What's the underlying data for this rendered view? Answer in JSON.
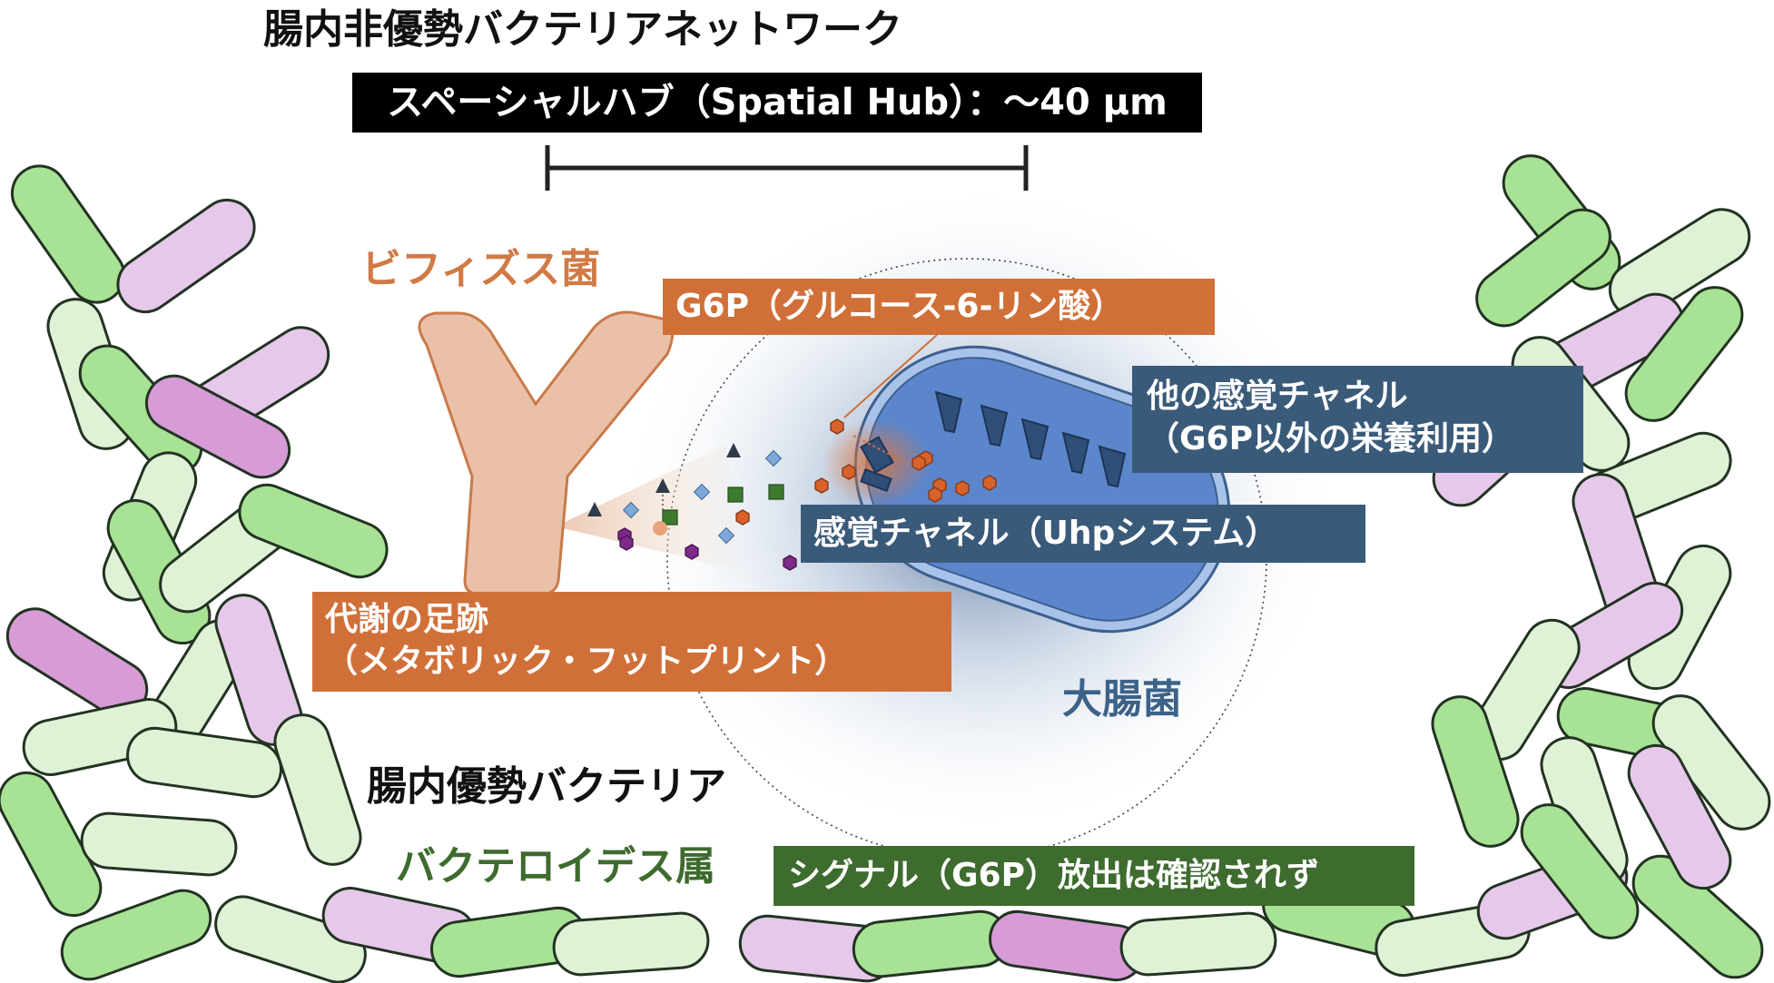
{
  "title": "腸内非優勢バクテリアネットワーク",
  "hub_label": "スペーシャルハブ（Spatial Hub）：～40 μm",
  "bifidobacterium_label": "ビフィズス菌",
  "g6p_label": "G6P（グルコース-6-リン酸）",
  "other_channels": {
    "line1": "他の感覚チャネル",
    "line2": "（G6P以外の栄養利用）"
  },
  "uhp_label": "感覚チャネル（Uhpシステム）",
  "footprint": {
    "line1": "代謝の足跡",
    "line2": "（メタボリック・フットプリント）"
  },
  "ecoli_label": "大腸菌",
  "dominant_label": "腸内優勢バクテリア",
  "bacteroides_label": "バクテロイデス属",
  "signal_label": "シグナル（G6P）放出は確認されず",
  "colors": {
    "orange": "#D07038",
    "navy": "#3A5A7A",
    "green": "#3E6B2E",
    "bifido_fill": "#EAC1A8",
    "bifido_text": "#D07A45",
    "ecoli_text": "#3D6288",
    "ecoli_fill": "#5B86CC",
    "ecoli_outer": "#A9C2EA",
    "light_green": "#DFF2D5",
    "mid_green": "#A8E295",
    "light_purple": "#E6C8EA",
    "mid_purple": "#D79BD8",
    "metabolite_purple": "#7E2A8A",
    "metabolite_green": "#3E7A2E",
    "metabolite_blue": "#7DA8D8"
  }
}
